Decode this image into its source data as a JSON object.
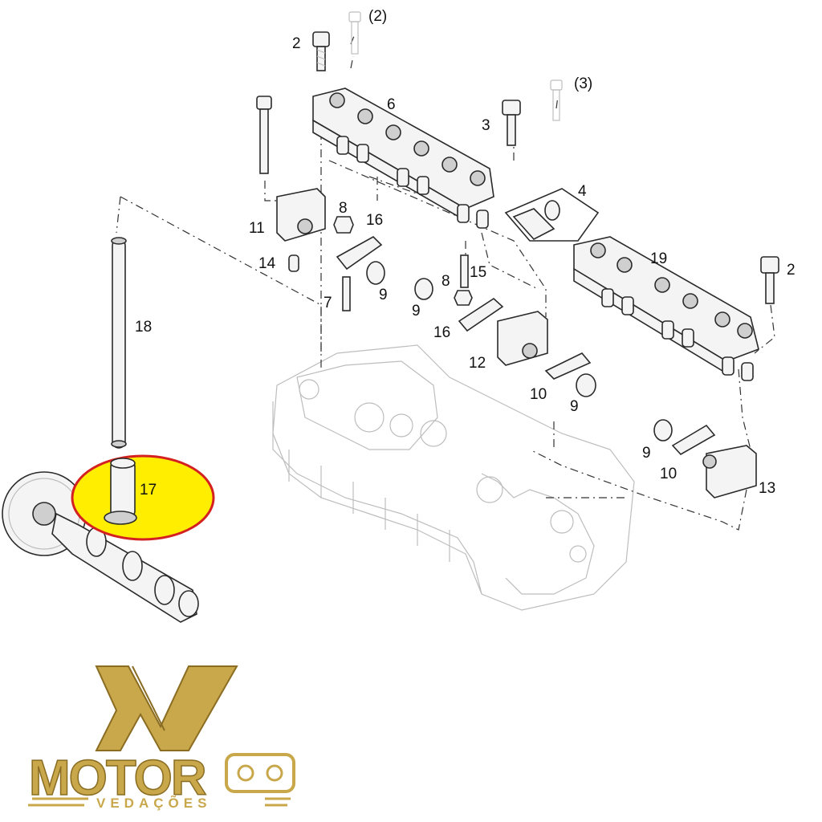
{
  "callouts": {
    "c2_ref": "(2)",
    "c2": "2",
    "c6": "6",
    "c3_ref": "(3)",
    "c3": "3",
    "c4": "4",
    "c19": "19",
    "c2b": "2",
    "c11": "11",
    "c8a": "8",
    "c16a": "16",
    "c14": "14",
    "c15": "15",
    "c8b": "8",
    "c9a": "9",
    "c9b": "9",
    "c7": "7",
    "c16b": "16",
    "c12": "12",
    "c10a": "10",
    "c9c": "9",
    "c18": "18",
    "c9d": "9",
    "c10b": "10",
    "c13": "13",
    "c17": "17"
  },
  "highlight": {
    "color": "#ffee00",
    "outline": "#d42020"
  },
  "logo": {
    "word": "MOTOR",
    "sub": "VEDAÇÕES",
    "color": "#c9a84c",
    "shadow": "#8a6d22"
  }
}
